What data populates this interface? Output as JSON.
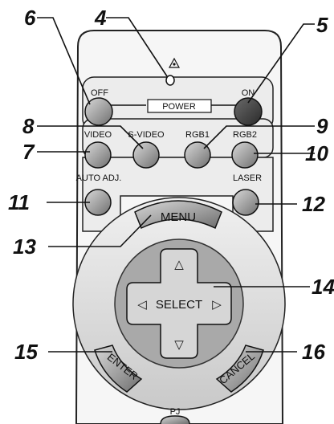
{
  "buttons": {
    "off": "OFF",
    "on": "ON",
    "power": "POWER",
    "video": "VIDEO",
    "s_video": "S-VIDEO",
    "rgb1": "RGB1",
    "rgb2": "RGB2",
    "auto_adj": "AUTO ADJ.",
    "laser": "LASER",
    "menu": "MENU",
    "select": "SELECT",
    "enter": "ENTER",
    "cancel": "CANCEL",
    "pj": "PJ"
  },
  "callouts": {
    "n4": "4",
    "n5": "5",
    "n6": "6",
    "n7": "7",
    "n8": "8",
    "n9": "9",
    "n10": "10",
    "n11": "11",
    "n12": "12",
    "n13": "13",
    "n14": "14",
    "n15": "15",
    "n16": "16"
  },
  "arrows": {
    "up": "△",
    "down": "▽",
    "left": "◁",
    "right": "▷"
  },
  "icons": {
    "laser_warning": "laser-warning-icon"
  }
}
